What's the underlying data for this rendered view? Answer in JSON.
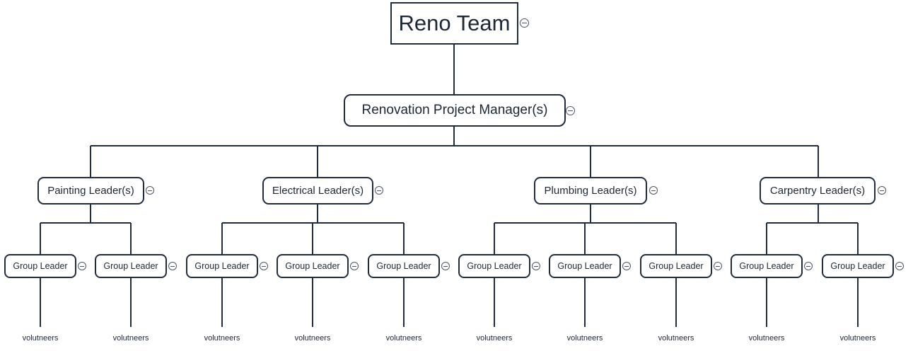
{
  "root": {
    "label": "Reno Team"
  },
  "manager": {
    "label": "Renovation Project Manager(s)"
  },
  "leaders": [
    {
      "label": "Painting Leader(s)"
    },
    {
      "label": "Electrical Leader(s)"
    },
    {
      "label": "Plumbing Leader(s)"
    },
    {
      "label": "Carpentry Leader(s)"
    }
  ],
  "groups": [
    {
      "label": "Group Leader",
      "child": "volutneers"
    },
    {
      "label": "Group Leader",
      "child": "volutneers"
    },
    {
      "label": "Group Leader",
      "child": "volutneers"
    },
    {
      "label": "Group Leader",
      "child": "volutneers"
    },
    {
      "label": "Group Leader",
      "child": "volutneers"
    },
    {
      "label": "Group Leader",
      "child": "volutneers"
    },
    {
      "label": "Group Leader",
      "child": "volutneers"
    },
    {
      "label": "Group Leader",
      "child": "volutneers"
    },
    {
      "label": "Group Leader",
      "child": "volutneers"
    },
    {
      "label": "Group Leader",
      "child": "volutneers"
    }
  ],
  "colors": {
    "line": "#1f2d3d",
    "text": "#1c2836",
    "background": "#ffffff"
  }
}
